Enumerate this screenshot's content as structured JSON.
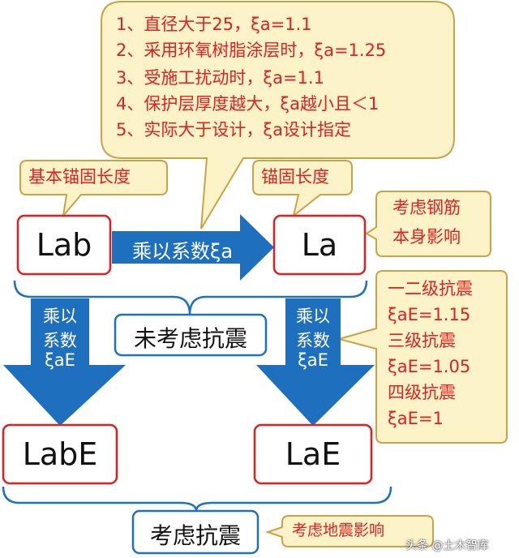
{
  "colors": {
    "callout_fill": "#fdf3c8",
    "callout_stroke": "#c8a348",
    "red_text": "#e02020",
    "red_border": "#e02020",
    "blue_border": "#2070c0",
    "blue_arrow": "#1f6fbf",
    "brace": "#2070c0"
  },
  "top_callout": {
    "lines": [
      "1、直径大于25，ξa=1.1",
      "2、采用环氧树脂涂层时，ξa=1.25",
      "3、受施工扰动时，ξa=1.1",
      "4、保护层厚度越大，ξa越小且＜1",
      "5、实际大于设计，ξa设计指定"
    ]
  },
  "basic_label": "基本锚固长度",
  "anchor_label": "锚固长度",
  "self_callout": {
    "lines": [
      "考虑钢筋",
      "本身影响"
    ]
  },
  "seismic_callout": {
    "lines": [
      "一二级抗震",
      "ξaE=1.15",
      "三级抗震",
      "ξaE=1.05",
      "四级抗震",
      "ξaE=1"
    ]
  },
  "quake_callout": "考虑地震影响",
  "boxes": {
    "lab": "Lab",
    "la": "La",
    "labe": "LabE",
    "lae": "LaE",
    "no_seismic": "未考虑抗震",
    "seismic": "考虑抗震"
  },
  "arrows": {
    "horizontal": "乘以系数ξa",
    "left_down": [
      "乘以",
      "系数",
      "ξaE"
    ],
    "right_down": [
      "乘以",
      "系数",
      "ξaE"
    ]
  },
  "watermark": "头条 @土木智库"
}
